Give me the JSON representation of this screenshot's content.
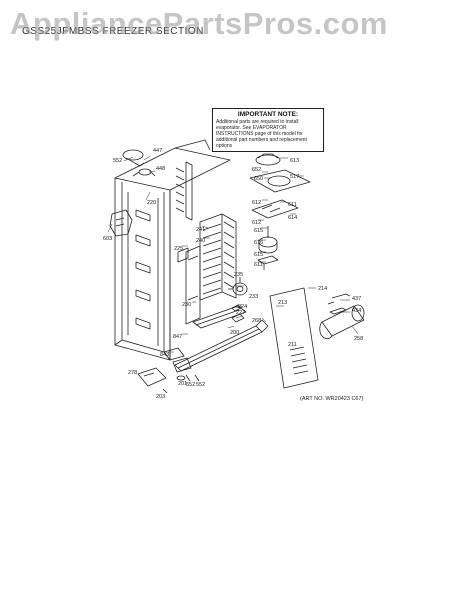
{
  "watermark": "AppliancePartsPros.com",
  "header_code": "GSS25JFMBSS  FREEZER SECTION",
  "note": {
    "title": "IMPORTANT NOTE:",
    "body": "Additional parts are required to install evaporator. See EVAPORATOR INSTRUCTIONS page of this model for additional part numbers and replacement options"
  },
  "reference": "(ART NO. WR20423 C67)",
  "callouts": [
    "447",
    "552",
    "448",
    "220",
    "603",
    "241",
    "240",
    "225",
    "230",
    "847",
    "843",
    "201",
    "552",
    "552",
    "278",
    "203",
    "227",
    "200",
    "268",
    "233",
    "235",
    "224",
    "211",
    "213",
    "214",
    "437",
    "434",
    "258",
    "613",
    "652",
    "650",
    "517",
    "612",
    "611",
    "612",
    "614",
    "615",
    "616",
    "615",
    "611"
  ],
  "colors": {
    "line": "#222222",
    "watermark": "#969696"
  }
}
